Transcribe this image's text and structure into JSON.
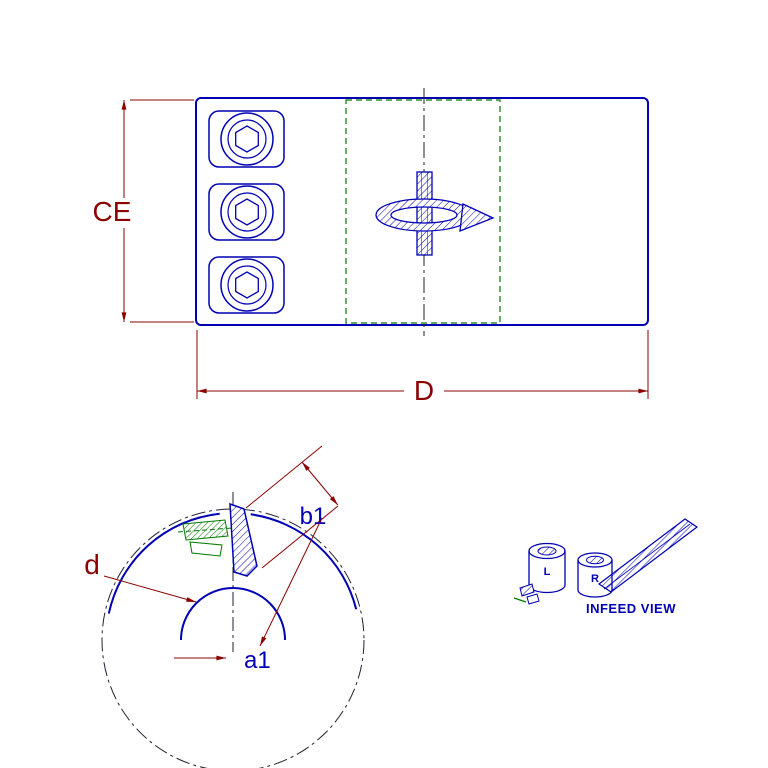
{
  "top_view": {
    "dim_height_label": "CE",
    "dim_width_label": "D"
  },
  "profile_view": {
    "diameter_label": "d",
    "dim_b1_label": "b1",
    "dim_a1_label": "a1"
  },
  "infeed_view": {
    "title": "INFEED VIEW",
    "left_cylinder_label": "L",
    "right_cylinder_label": "R"
  },
  "colors": {
    "geometry_blue": "#0000B4",
    "dimension_red": "#8B0000",
    "auxiliary_green": "#007A00",
    "centerline_dark": "#222233",
    "background": "#FFFFFF"
  }
}
